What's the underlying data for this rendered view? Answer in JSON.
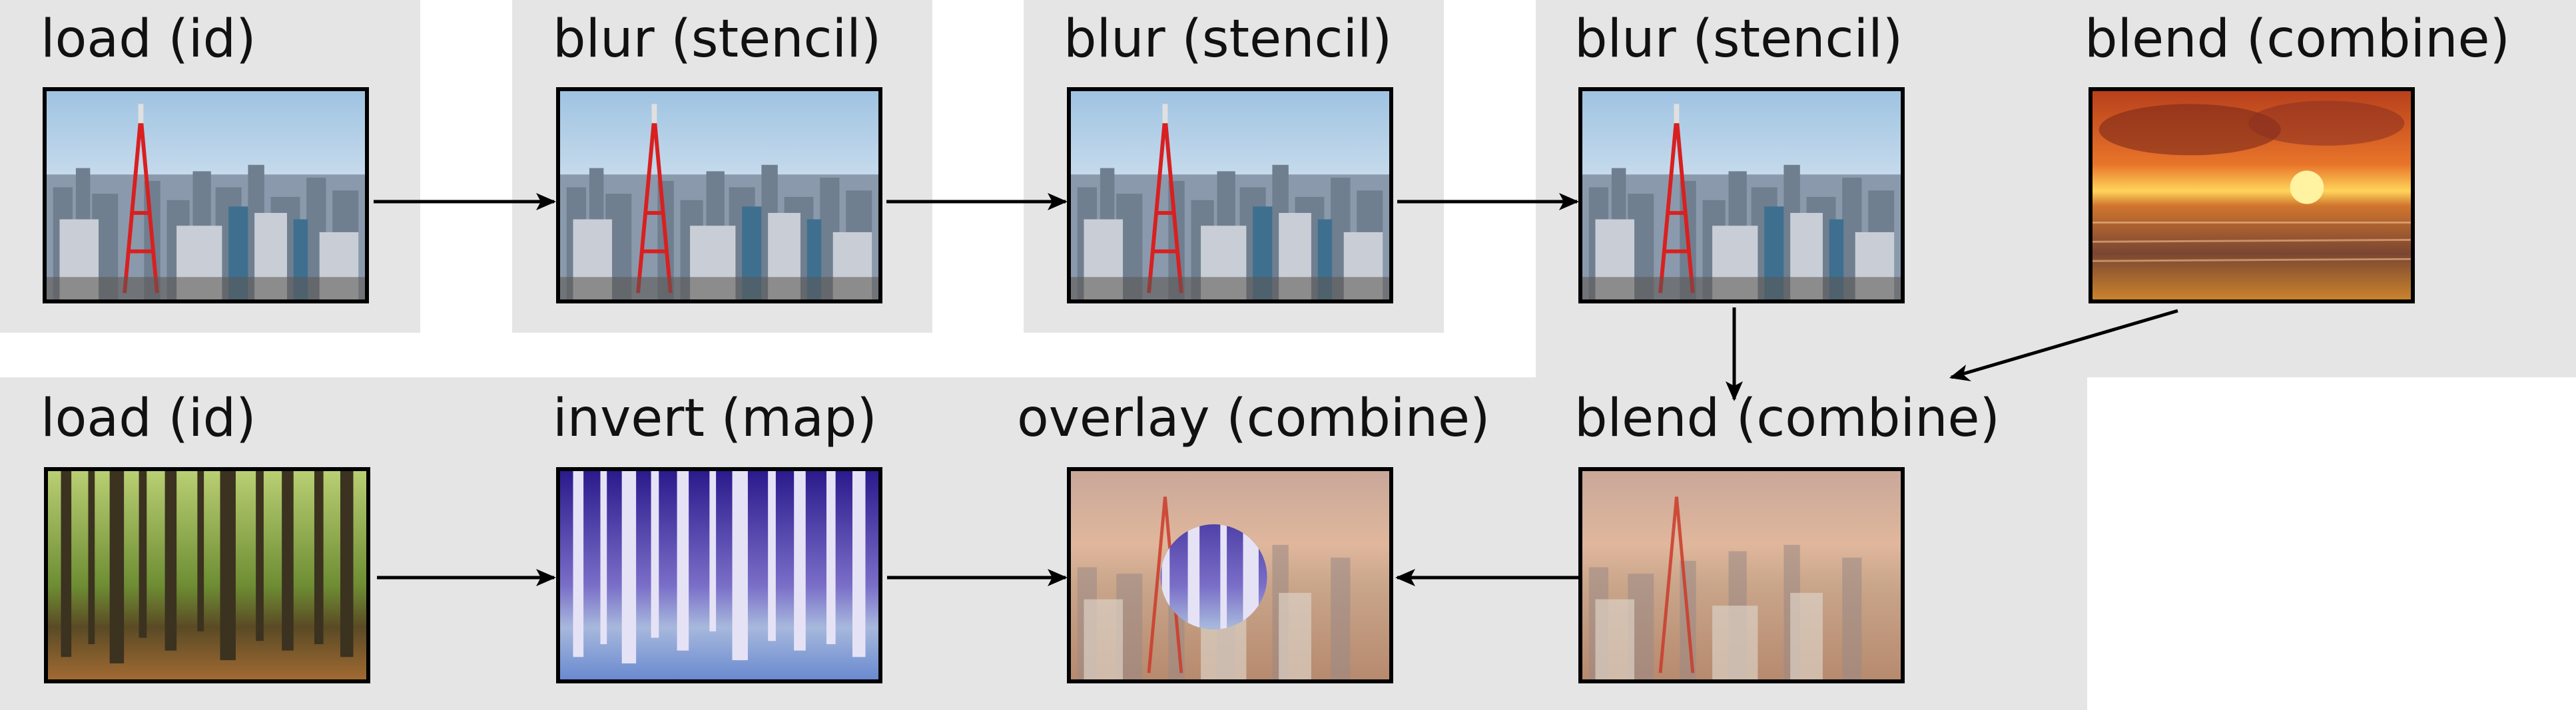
{
  "nodes": [
    {
      "id": "load1",
      "label": "load (id)",
      "image": "city"
    },
    {
      "id": "blur1",
      "label": "blur (stencil)",
      "image": "city"
    },
    {
      "id": "blur2",
      "label": "blur (stencil)",
      "image": "city"
    },
    {
      "id": "blur3",
      "label": "blur (stencil)",
      "image": "city"
    },
    {
      "id": "blend1",
      "label": "blend (combine)",
      "image": "sunset"
    },
    {
      "id": "load2",
      "label": "load (id)",
      "image": "forest"
    },
    {
      "id": "invert",
      "label": "invert (map)",
      "image": "forest-inverted"
    },
    {
      "id": "overlay",
      "label": "overlay (combine)",
      "image": "city-blend-with-inverted-circle"
    },
    {
      "id": "blend2",
      "label": "blend (combine)",
      "image": "city-sunset-blend"
    }
  ],
  "edges": [
    {
      "from": "load1",
      "to": "blur1"
    },
    {
      "from": "blur1",
      "to": "blur2"
    },
    {
      "from": "blur2",
      "to": "blur3"
    },
    {
      "from": "blur3",
      "to": "blend2"
    },
    {
      "from": "blend1",
      "to": "blend2"
    },
    {
      "from": "load2",
      "to": "invert"
    },
    {
      "from": "invert",
      "to": "overlay"
    },
    {
      "from": "blend2",
      "to": "overlay"
    }
  ],
  "colors": {
    "background": "#e5e5e5",
    "arrow": "#000000",
    "border": "#000000"
  }
}
